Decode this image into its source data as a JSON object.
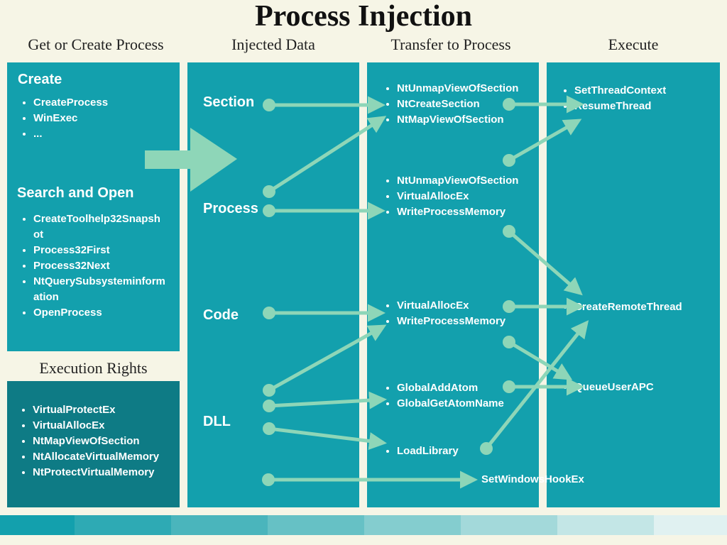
{
  "title": "Process Injection",
  "column_headings": {
    "get_or_create": "Get or Create Process",
    "injected_data": "Injected Data",
    "transfer": "Transfer to Process",
    "execute": "Execute"
  },
  "get_or_create": {
    "create_heading": "Create",
    "create_items": [
      "CreateProcess",
      "WinExec",
      "..."
    ],
    "search_heading": "Search and Open",
    "search_items": [
      "CreateToolhelp32Snapshot",
      "Process32First",
      "Process32Next",
      "NtQuerySubsysteminformation",
      "OpenProcess"
    ]
  },
  "execution_rights": {
    "heading": "Execution Rights",
    "items": [
      "VirtualProtectEx",
      "VirtualAllocEx",
      "NtMapViewOfSection",
      "NtAllocateVirtualMemory",
      "NtProtectVirtualMemory"
    ]
  },
  "injected_data": {
    "section": "Section",
    "process": "Process",
    "code": "Code",
    "dll": "DLL"
  },
  "transfer": {
    "group1": [
      "NtUnmapViewOfSection",
      "NtCreateSection",
      "NtMapViewOfSection"
    ],
    "group2": [
      "NtUnmapViewOfSection",
      "VirtualAllocEx",
      "WriteProcessMemory"
    ],
    "group3": [
      "VirtualAllocEx",
      "WriteProcessMemory"
    ],
    "group4": [
      "GlobalAddAtom",
      "GlobalGetAtomName"
    ],
    "group5": [
      "LoadLibrary"
    ],
    "set_windows_hook": "SetWindowsHookEx"
  },
  "execute": {
    "group1": [
      "SetThreadContext",
      "ResumeThread"
    ],
    "create_remote_thread": "CreateRemoteThread",
    "queue_user_apc": "QueueUserAPC"
  },
  "colors": {
    "background": "#f6f5e6",
    "panel": "#13a0ad",
    "panel_dark": "#0e7b85",
    "arrow": "#8ed6b8"
  }
}
